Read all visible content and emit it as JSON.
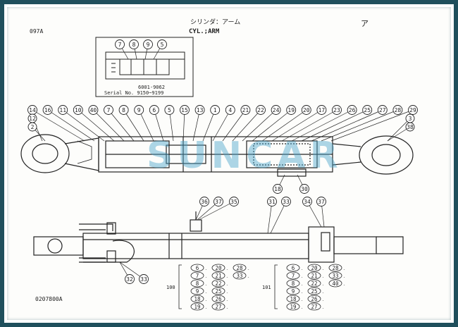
{
  "header": {
    "page_code": "097A",
    "title_jp": "シリンダ：アーム",
    "title_en": "CYL.;ARM",
    "corner_mark": "ア"
  },
  "inset": {
    "callouts": [
      "7",
      "8",
      "9",
      "5"
    ],
    "serial_line1": "6001-9062",
    "serial_line2": "Serial No. 9150~9199"
  },
  "callouts_top": [
    "14",
    "16",
    "11",
    "10",
    "40",
    "7",
    "8",
    "9",
    "6",
    "5",
    "15",
    "13",
    "1",
    "4",
    "21",
    "22",
    "24",
    "19",
    "20",
    "17",
    "23",
    "26",
    "25",
    "27",
    "28",
    "29"
  ],
  "callouts_left": [
    "12",
    "2"
  ],
  "callouts_right": [
    "3",
    "38"
  ],
  "callouts_below": [
    "18",
    "30"
  ],
  "callouts_lower": [
    "36",
    "37",
    "35",
    "31",
    "33",
    "34",
    "37"
  ],
  "callouts_lower_left": [
    "32",
    "33"
  ],
  "kits": [
    {
      "label": "100",
      "col1": [
        "6",
        "7",
        "8",
        "9",
        "18",
        "19"
      ],
      "col2": [
        "20",
        "21",
        "22",
        "25",
        "26",
        "27"
      ],
      "col3": [
        "28",
        "33"
      ]
    },
    {
      "label": "101",
      "col1": [
        "6",
        "7",
        "8",
        "9",
        "18",
        "19"
      ],
      "col2": [
        "20",
        "21",
        "22",
        "25",
        "26",
        "27"
      ],
      "col3": [
        "28",
        "33",
        "40"
      ]
    }
  ],
  "drawing_number": "0207800A",
  "watermark": "SUNCAR",
  "colors": {
    "frame": "#1f4f5c",
    "line": "#222222",
    "watermark": "#4aa3c9"
  }
}
